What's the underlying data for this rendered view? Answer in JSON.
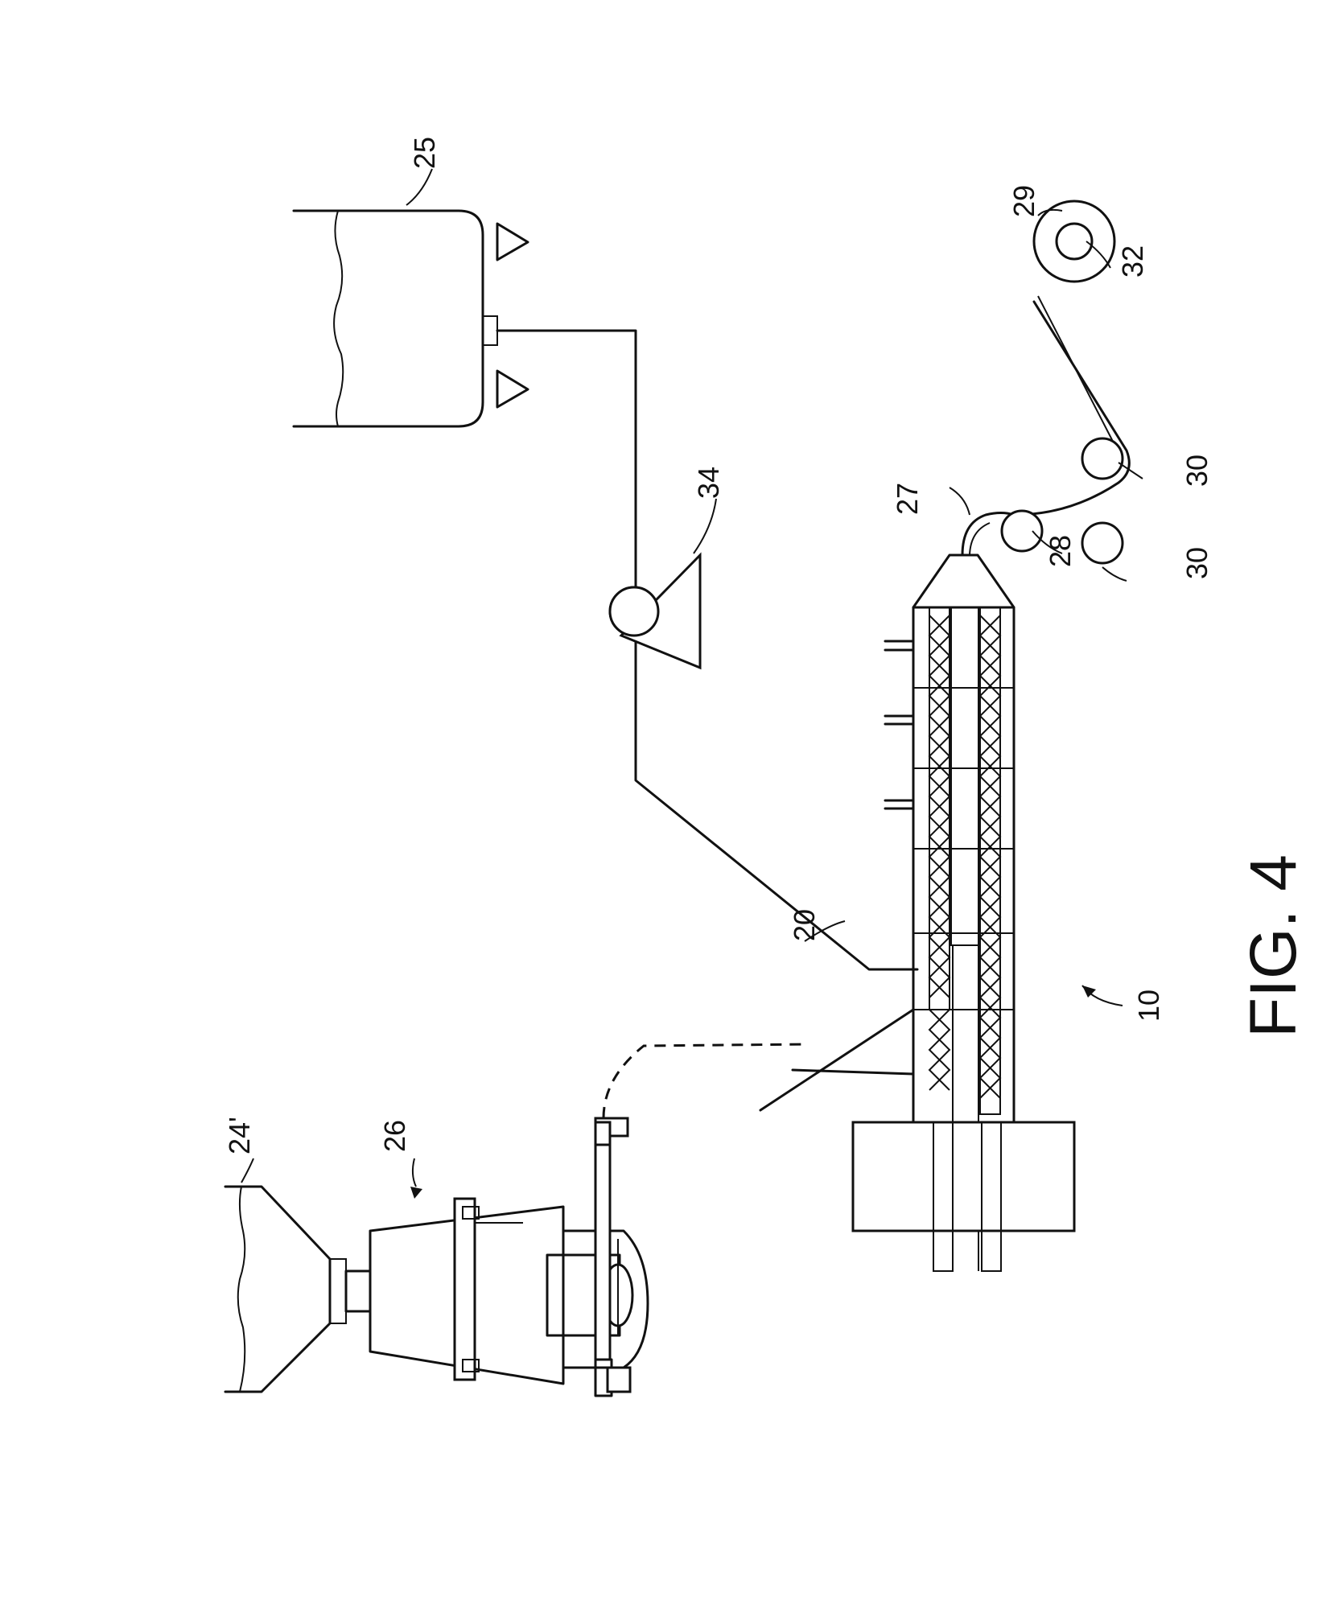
{
  "figure": {
    "caption": "FIG. 4"
  },
  "labels": {
    "extruder": "10",
    "feed_port": "20",
    "hopper": "24'",
    "feeder": "26",
    "tank": "25",
    "film": "27",
    "chill_roll": "28",
    "winder_roll": "29",
    "nip_roll_lower": "30",
    "nip_roll_upper": "30",
    "winder_core": "32",
    "pump": "34"
  }
}
